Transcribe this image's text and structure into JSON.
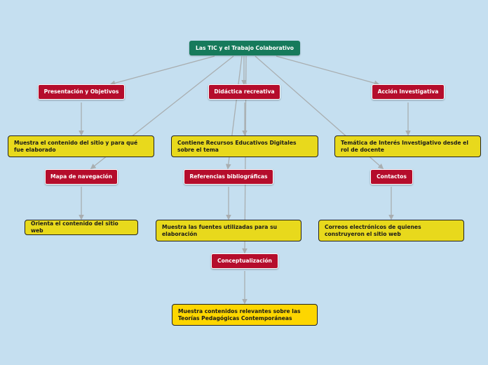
{
  "title": "Las TIC y el Trabajo Colaborativo",
  "topics": {
    "presentacion": "Presentación y Objetivos",
    "didactica": "Didáctica recreativa",
    "accion": "Acción Investigativa",
    "mapa": "Mapa de navegación",
    "referencias": "Referencias bibliográficas",
    "contactos": "Contactos",
    "conceptualizacion": "Conceptualización"
  },
  "notes": {
    "presentacion": "Muestra el contenido del sitio y para qué fue elaborado",
    "didactica": "Contiene Recursos Educativos Digitales sobre el tema",
    "accion": "Temática de Interés Investigativo desde el rol de docente",
    "mapa": "Orienta el contenido del sitio web",
    "referencias": "Muestra las fuentes utilizadas para su elaboración",
    "contactos": "Correos electrónicos de quienes construyeron el sitio web",
    "conceptualizacion": "Muestra contenidos relevantes sobre las Teorías Pedagógicas Contemporáneas"
  },
  "colors": {
    "background": "#c5dff0",
    "root": "#167a5b",
    "topic": "#b50d2c",
    "note": "#e8d91c",
    "note_highlight": "#fdd600",
    "connector": "#a9aeb0"
  }
}
